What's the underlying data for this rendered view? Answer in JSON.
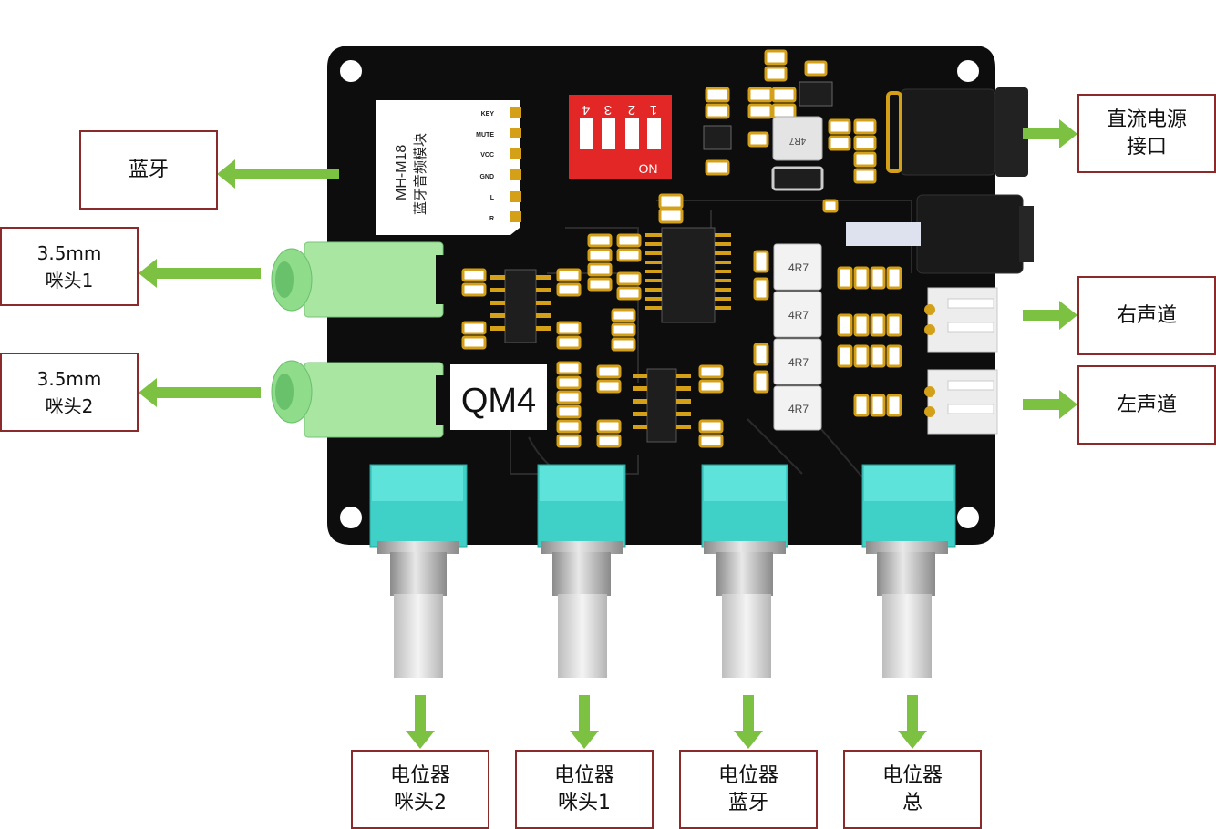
{
  "colors": {
    "arrow": "#7dc142",
    "box_border": "#8b2a2a",
    "pcb": "#0d0d0d",
    "jack_green": "#a8e6a1",
    "pot_cyan": "#3fd1c8",
    "dip_red": "#e32626"
  },
  "labels": {
    "bluetooth": {
      "line1": "蓝牙"
    },
    "dc_power": {
      "line1": "直流电源",
      "line2": "接口"
    },
    "mic1": {
      "line1": "3.5mm",
      "line2": "咪头1"
    },
    "mic2": {
      "line1": "3.5mm",
      "line2": "咪头2"
    },
    "right_channel": {
      "line1": "右声道"
    },
    "left_channel": {
      "line1": "左声道"
    },
    "pot_mic2": {
      "line1": "电位器",
      "line2": "咪头2"
    },
    "pot_mic1": {
      "line1": "电位器",
      "line2": "咪头1"
    },
    "pot_bluetooth": {
      "line1": "电位器",
      "line2": "蓝牙"
    },
    "pot_total": {
      "line1": "电位器",
      "line2": "总"
    }
  },
  "board": {
    "module_name": "MH-M18",
    "module_desc": "蓝牙音频模块",
    "module_pins": [
      "KEY",
      "MUTE",
      "VCC",
      "GND",
      "L",
      "R"
    ],
    "model_label": "QM4",
    "dip_numbers": [
      "4",
      "3",
      "2",
      "1"
    ],
    "dip_on": "ON",
    "inductor": "4R7",
    "resistors": [
      "4R7",
      "4R7",
      "4R7",
      "4R7"
    ]
  }
}
